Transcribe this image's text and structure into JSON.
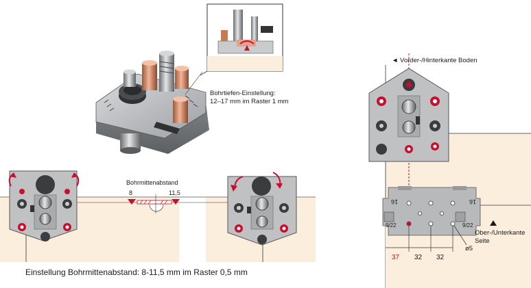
{
  "labels": {
    "bohrtiefe_line1": "Bohrtiefen-Einstellung:",
    "bohrtiefe_line2": "12–17 mm im Raster 1 mm",
    "bohrmittenabstand": "Bohrmittenabstand",
    "min_value": "8",
    "max_value": "11,5",
    "vorder_hinterkante": "◄ Vorder-/Hinterkante Boden",
    "ober_unterkante_line1": "Ober-/Unterkante",
    "ober_unterkante_line2": "Seite",
    "caption": "Einstellung Bohrmittenabstand: 8-11,5 mm im Raster 0,5 mm"
  },
  "jig_numbers": {
    "left_top": "16",
    "left_side": "9/22",
    "right_top": "16",
    "right_side": "9/22"
  },
  "dimensions": {
    "offset": "37",
    "spacing_1": "32",
    "spacing_2": "32",
    "hole_diameter": "ø5"
  },
  "colors": {
    "red": "#c8102e",
    "board": "#fbeedd",
    "metal": "#b9bbbd",
    "metal_dark": "#6f7274"
  }
}
